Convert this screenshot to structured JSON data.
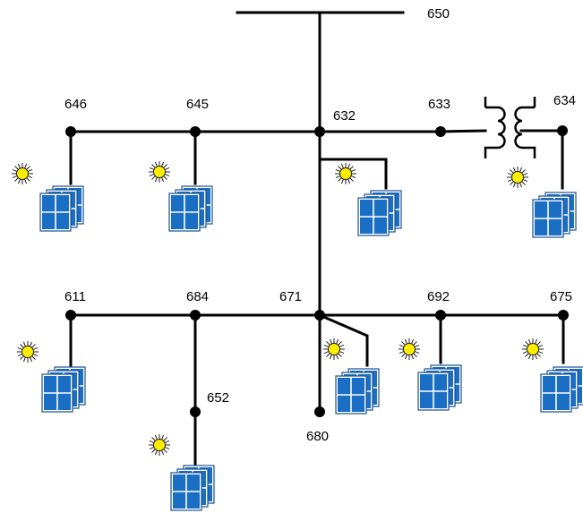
{
  "diagram": {
    "nodes": [
      {
        "id": "650",
        "label": "650"
      },
      {
        "id": "646",
        "label": "646"
      },
      {
        "id": "645",
        "label": "645"
      },
      {
        "id": "632",
        "label": "632"
      },
      {
        "id": "633",
        "label": "633"
      },
      {
        "id": "634",
        "label": "634"
      },
      {
        "id": "611",
        "label": "611"
      },
      {
        "id": "684",
        "label": "684"
      },
      {
        "id": "671",
        "label": "671"
      },
      {
        "id": "692",
        "label": "692"
      },
      {
        "id": "675",
        "label": "675"
      },
      {
        "id": "652",
        "label": "652"
      },
      {
        "id": "680",
        "label": "680"
      }
    ],
    "edges": [
      [
        "650",
        "632"
      ],
      [
        "646",
        "645"
      ],
      [
        "645",
        "632"
      ],
      [
        "632",
        "633"
      ],
      [
        "633",
        "634"
      ],
      [
        "632",
        "671"
      ],
      [
        "611",
        "684"
      ],
      [
        "684",
        "671"
      ],
      [
        "671",
        "692"
      ],
      [
        "692",
        "675"
      ],
      [
        "684",
        "652"
      ],
      [
        "671",
        "680"
      ]
    ],
    "transformer": {
      "between": [
        "633",
        "634"
      ]
    },
    "pv_nodes": [
      "646",
      "645",
      "632",
      "634",
      "611",
      "652",
      "671",
      "692",
      "675"
    ],
    "colors": {
      "line": "#000000",
      "panel": "#1a6fc4",
      "sun": "#ffee00"
    },
    "icons": {
      "pv": "solar-panel-icon",
      "sun": "sun-icon",
      "transformer": "transformer-icon"
    }
  }
}
